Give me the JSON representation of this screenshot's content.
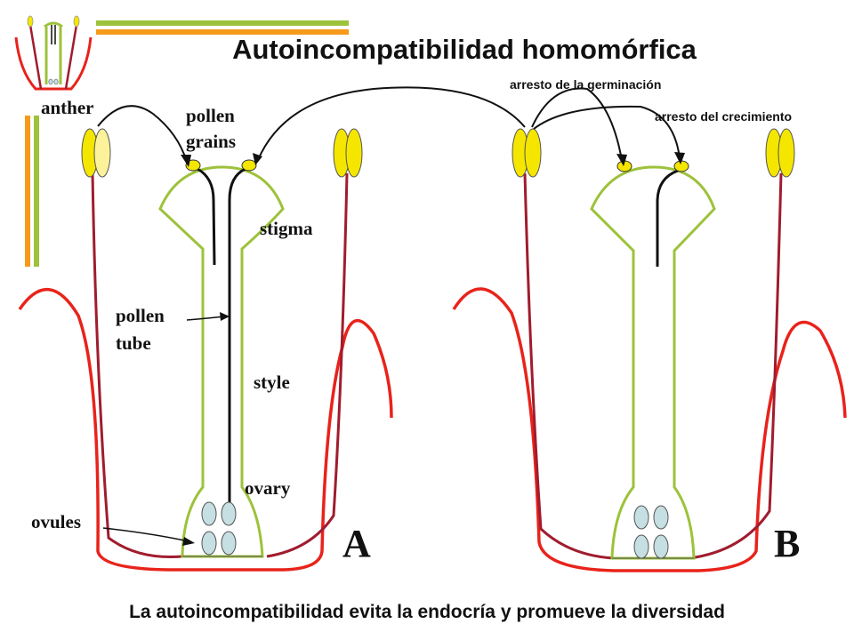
{
  "title": "Autoincompatibilidad homomórfica",
  "labels": {
    "anther": "anther",
    "pollen_grains_1": "pollen",
    "pollen_grains_2": "grains",
    "stigma": "stigma",
    "pollen_tube_1": "pollen",
    "pollen_tube_2": "tube",
    "style": "style",
    "ovary": "ovary",
    "ovules": "ovules",
    "arrest_germination": "arresto de la germinación",
    "arrest_growth": "arresto del crecimiento",
    "flower_a": "A",
    "flower_b": "B"
  },
  "caption": "La autoincompatibilidad evita la endocría y promueve la diversidad",
  "colors": {
    "petal_red": "#e8231b",
    "filament_dark_red": "#a01c2e",
    "pistil_green": "#9dc23b",
    "anther_yellow": "#f5e600",
    "anther_pale": "#fbf29a",
    "ovule_blue": "#c5dfe2",
    "bar_green": "#9dc23b",
    "bar_orange": "#f59a1a"
  }
}
